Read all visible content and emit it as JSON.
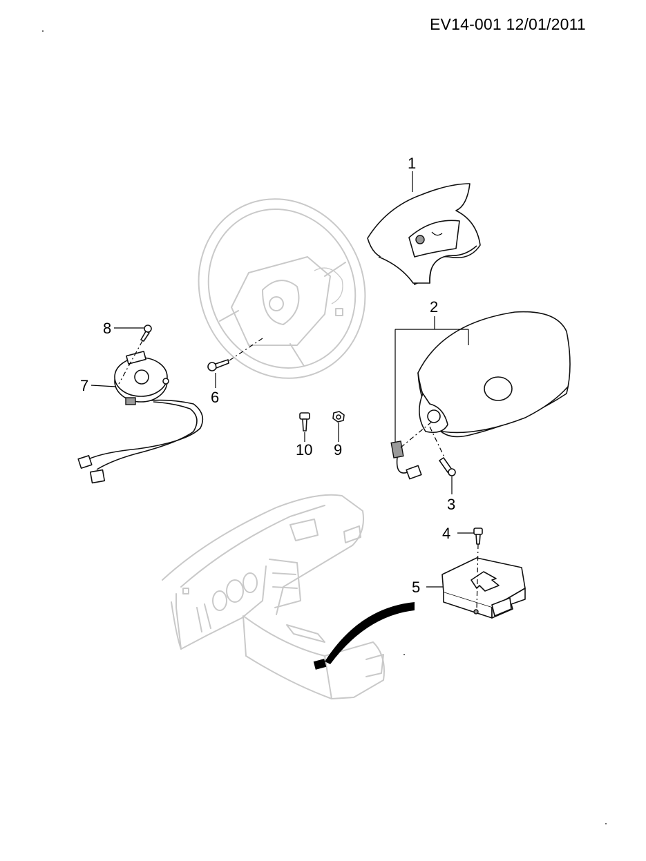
{
  "header": {
    "doc_code": "EV14-001 12/01/2011"
  },
  "callouts": {
    "c1": "1",
    "c2": "2",
    "c3": "3",
    "c4": "4",
    "c5": "5",
    "c6": "6",
    "c7": "7",
    "c8": "8",
    "c9": "9",
    "c10": "10"
  }
}
